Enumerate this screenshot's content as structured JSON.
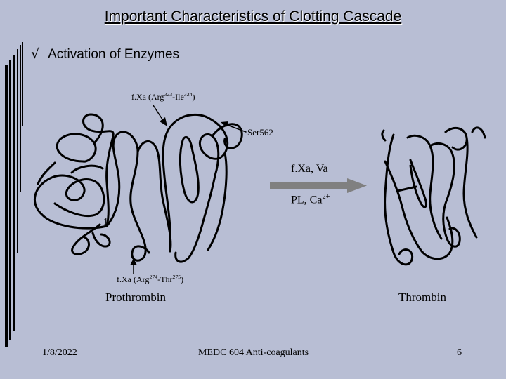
{
  "slide": {
    "title": "Important Characteristics of Clotting Cascade",
    "bullet_symbol": "√",
    "bullet_text": "Activation of Enzymes"
  },
  "diagram": {
    "label_xa_top_base": "f.Xa (Arg",
    "label_xa_top_sup1": "323",
    "label_xa_top_mid": "-Ile",
    "label_xa_top_sup2": "324",
    "label_xa_top_end": ")",
    "label_ser": "Ser562",
    "label_cofactors": "f.Xa, Va",
    "label_pl_base": "PL, Ca",
    "label_pl_sup": "2+",
    "label_one": "1",
    "label_xa_bottom_base": "f.Xa (Arg",
    "label_xa_bottom_sup1": "274",
    "label_xa_bottom_mid": "-Thr",
    "label_xa_bottom_sup2": "275",
    "label_xa_bottom_end": ")",
    "label_prothrombin": "Prothrombin",
    "label_thrombin": "Thrombin"
  },
  "footer": {
    "date": "1/8/2022",
    "course": "MEDC 604 Anti-coagulants",
    "page": "6"
  },
  "colors": {
    "background": "#b8bed4",
    "arrow": "#808080",
    "ink": "#000000"
  }
}
